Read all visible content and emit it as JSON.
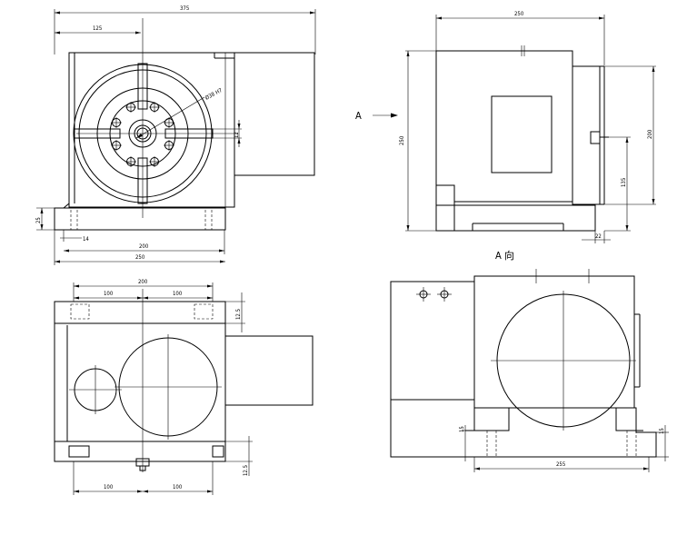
{
  "front_view": {
    "dims": {
      "overall_width": "375",
      "offset_125": "125",
      "bolt_circle": "Ø38 H7",
      "slot_12": "12",
      "base_height_25": "25",
      "edge_14": "14",
      "base_200": "200",
      "base_250": "250"
    }
  },
  "side_view": {
    "dims": {
      "depth_250": "250",
      "height_250": "250",
      "height_200": "200",
      "center_135": "135",
      "base_22": "22"
    },
    "view_arrow_label": "A"
  },
  "top_view": {
    "dims": {
      "width_200": "200",
      "left_100": "100",
      "right_100": "100",
      "slot_12_5": "12.5",
      "bottom_12_5": "12.5",
      "bottom_left_100": "100",
      "bottom_right_100": "100"
    }
  },
  "view_a": {
    "title": "A 向",
    "dims": {
      "width_255": "255",
      "foot_left_15": "15",
      "foot_right_15": "15"
    }
  }
}
